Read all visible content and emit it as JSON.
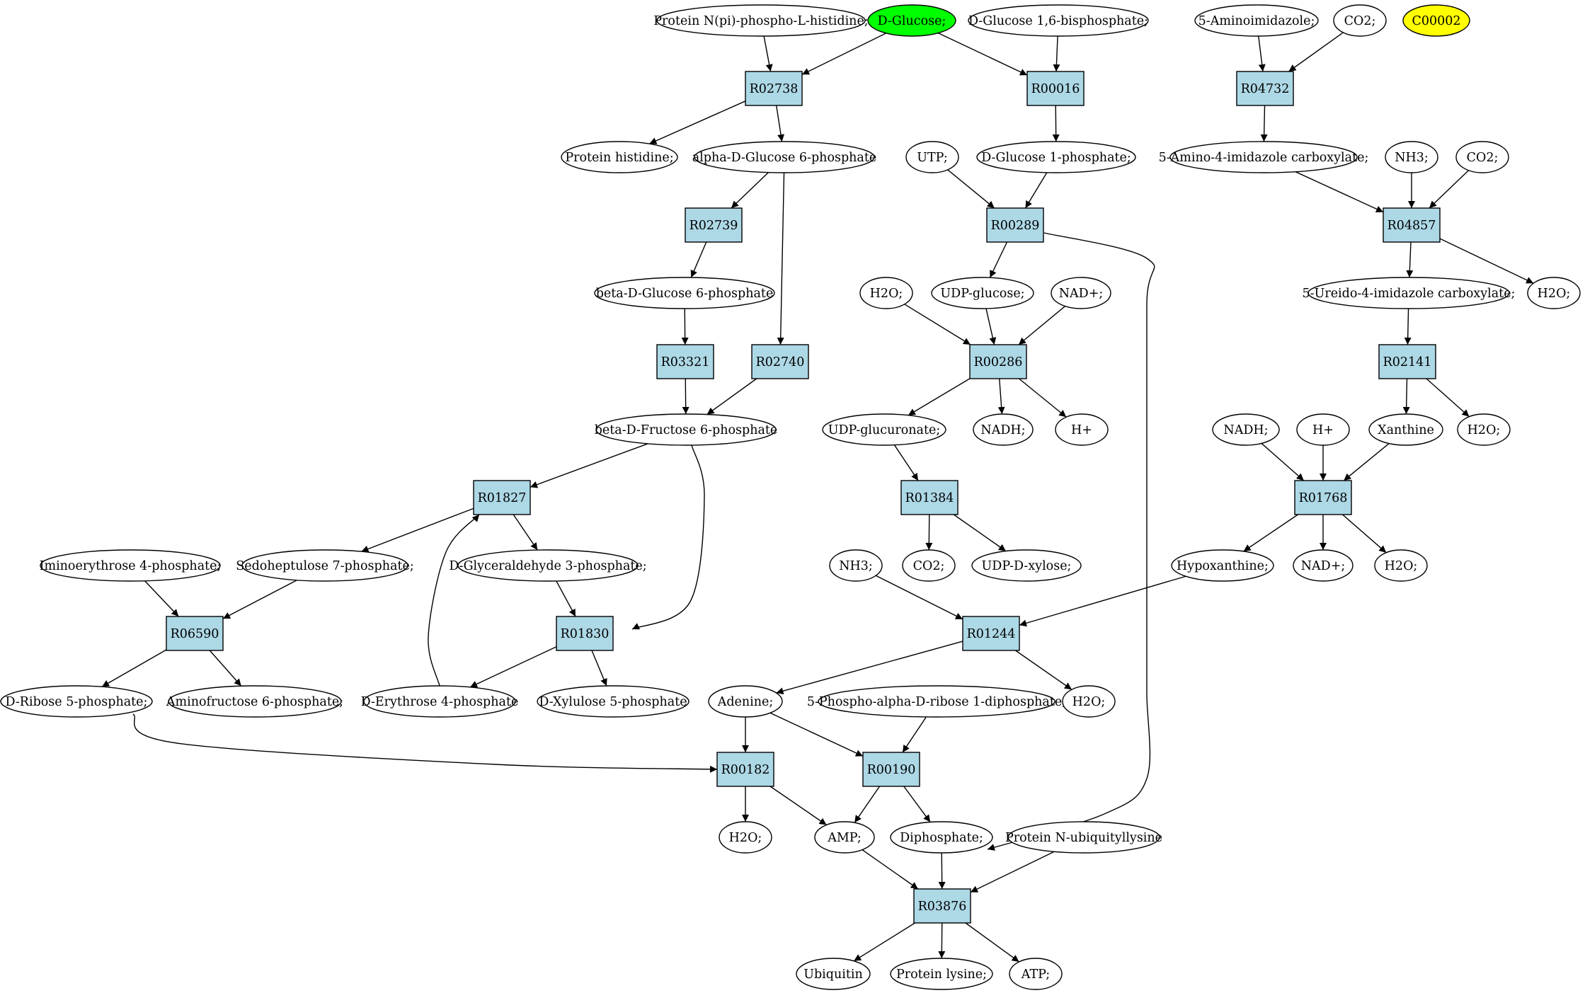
{
  "diagram": {
    "type": "directed-graph",
    "highlight_colors": {
      "green": "#00ff00",
      "yellow": "#ffff00",
      "reaction": "#add8e6"
    },
    "nodes": [
      {
        "id": "c_prot_nphis",
        "label": "Protein N(pi)-phospho-L-histidine;",
        "shape": "ellipse"
      },
      {
        "id": "c_dglucose",
        "label": "D-Glucose;",
        "shape": "ellipse",
        "fill": "#00ff00"
      },
      {
        "id": "c_dg16bp",
        "label": "D-Glucose 1,6-bisphosphate;",
        "shape": "ellipse"
      },
      {
        "id": "c_5aminoimid",
        "label": "5-Aminoimidazole;",
        "shape": "ellipse"
      },
      {
        "id": "c_co2_a",
        "label": "CO2;",
        "shape": "ellipse"
      },
      {
        "id": "c_c00002",
        "label": "C00002",
        "shape": "ellipse",
        "fill": "#ffff00"
      },
      {
        "id": "r_R02738",
        "label": "R02738",
        "shape": "box"
      },
      {
        "id": "r_R00016",
        "label": "R00016",
        "shape": "box"
      },
      {
        "id": "r_R04732",
        "label": "R04732",
        "shape": "box"
      },
      {
        "id": "c_prot_his",
        "label": "Protein histidine;",
        "shape": "ellipse"
      },
      {
        "id": "c_ag6p",
        "label": "alpha-D-Glucose 6-phosphate",
        "shape": "ellipse"
      },
      {
        "id": "c_utp",
        "label": "UTP;",
        "shape": "ellipse"
      },
      {
        "id": "c_dg1p",
        "label": "D-Glucose 1-phosphate;",
        "shape": "ellipse"
      },
      {
        "id": "c_5a4icarb",
        "label": "5-Amino-4-imidazole carboxylate;",
        "shape": "ellipse"
      },
      {
        "id": "c_nh3_a",
        "label": "NH3;",
        "shape": "ellipse"
      },
      {
        "id": "c_co2_b",
        "label": "CO2;",
        "shape": "ellipse"
      },
      {
        "id": "r_R02739",
        "label": "R02739",
        "shape": "box"
      },
      {
        "id": "r_R00289",
        "label": "R00289",
        "shape": "box"
      },
      {
        "id": "r_R04857",
        "label": "R04857",
        "shape": "box"
      },
      {
        "id": "c_bg6p",
        "label": "beta-D-Glucose 6-phosphate",
        "shape": "ellipse"
      },
      {
        "id": "c_h2o_a",
        "label": "H2O;",
        "shape": "ellipse"
      },
      {
        "id": "c_udpglc",
        "label": "UDP-glucose;",
        "shape": "ellipse"
      },
      {
        "id": "c_nadp_a",
        "label": "NAD+;",
        "shape": "ellipse"
      },
      {
        "id": "c_5u4icarb",
        "label": "5-Ureido-4-imidazole carboxylate;",
        "shape": "ellipse"
      },
      {
        "id": "c_h2o_b",
        "label": "H2O;",
        "shape": "ellipse"
      },
      {
        "id": "r_R03321",
        "label": "R03321",
        "shape": "box"
      },
      {
        "id": "r_R02740",
        "label": "R02740",
        "shape": "box"
      },
      {
        "id": "r_R00286",
        "label": "R00286",
        "shape": "box"
      },
      {
        "id": "r_R02141",
        "label": "R02141",
        "shape": "box"
      },
      {
        "id": "c_bf6p",
        "label": "beta-D-Fructose 6-phosphate",
        "shape": "ellipse"
      },
      {
        "id": "c_udpgluc",
        "label": "UDP-glucuronate;",
        "shape": "ellipse"
      },
      {
        "id": "c_nadh_a",
        "label": "NADH;",
        "shape": "ellipse"
      },
      {
        "id": "c_hplus_a",
        "label": "H+",
        "shape": "ellipse"
      },
      {
        "id": "c_nadh_b",
        "label": "NADH;",
        "shape": "ellipse"
      },
      {
        "id": "c_hplus_b",
        "label": "H+",
        "shape": "ellipse"
      },
      {
        "id": "c_xanthine",
        "label": "Xanthine",
        "shape": "ellipse"
      },
      {
        "id": "c_h2o_c",
        "label": "H2O;",
        "shape": "ellipse"
      },
      {
        "id": "r_R01827",
        "label": "R01827",
        "shape": "box"
      },
      {
        "id": "r_R01384",
        "label": "R01384",
        "shape": "box"
      },
      {
        "id": "r_R01768",
        "label": "R01768",
        "shape": "box"
      },
      {
        "id": "c_imino4p",
        "label": "Iminoerythrose 4-phosphate;",
        "shape": "ellipse"
      },
      {
        "id": "c_s7p",
        "label": "Sedoheptulose 7-phosphate;",
        "shape": "ellipse"
      },
      {
        "id": "c_g3p",
        "label": "D-Glyceraldehyde 3-phosphate;",
        "shape": "ellipse"
      },
      {
        "id": "c_nh3_b",
        "label": "NH3;",
        "shape": "ellipse"
      },
      {
        "id": "c_co2_c",
        "label": "CO2;",
        "shape": "ellipse"
      },
      {
        "id": "c_udpxyl",
        "label": "UDP-D-xylose;",
        "shape": "ellipse"
      },
      {
        "id": "c_hypox",
        "label": "Hypoxanthine;",
        "shape": "ellipse"
      },
      {
        "id": "c_nadp_b",
        "label": "NAD+;",
        "shape": "ellipse"
      },
      {
        "id": "c_h2o_d",
        "label": "H2O;",
        "shape": "ellipse"
      },
      {
        "id": "r_R06590",
        "label": "R06590",
        "shape": "box"
      },
      {
        "id": "r_R01830",
        "label": "R01830",
        "shape": "box"
      },
      {
        "id": "r_R01244",
        "label": "R01244",
        "shape": "box"
      },
      {
        "id": "c_r5p",
        "label": "D-Ribose 5-phosphate;",
        "shape": "ellipse"
      },
      {
        "id": "c_af6p",
        "label": "Aminofructose 6-phosphate;",
        "shape": "ellipse"
      },
      {
        "id": "c_e4p",
        "label": "D-Erythrose 4-phosphate",
        "shape": "ellipse"
      },
      {
        "id": "c_x5p",
        "label": "D-Xylulose 5-phosphate",
        "shape": "ellipse"
      },
      {
        "id": "c_adenine",
        "label": "Adenine;",
        "shape": "ellipse"
      },
      {
        "id": "c_prpp",
        "label": "5-Phospho-alpha-D-ribose 1-diphosphate;",
        "shape": "ellipse"
      },
      {
        "id": "c_h2o_e",
        "label": "H2O;",
        "shape": "ellipse"
      },
      {
        "id": "r_R00182",
        "label": "R00182",
        "shape": "box"
      },
      {
        "id": "r_R00190",
        "label": "R00190",
        "shape": "box"
      },
      {
        "id": "c_h2o_f",
        "label": "H2O;",
        "shape": "ellipse"
      },
      {
        "id": "c_amp",
        "label": "AMP;",
        "shape": "ellipse"
      },
      {
        "id": "c_diphos",
        "label": "Diphosphate;",
        "shape": "ellipse"
      },
      {
        "id": "c_protub",
        "label": "Protein N-ubiquityllysine",
        "shape": "ellipse"
      },
      {
        "id": "r_R03876",
        "label": "R03876",
        "shape": "box"
      },
      {
        "id": "c_ubiquitin",
        "label": "Ubiquitin",
        "shape": "ellipse"
      },
      {
        "id": "c_protlys",
        "label": "Protein lysine;",
        "shape": "ellipse"
      },
      {
        "id": "c_atp",
        "label": "ATP;",
        "shape": "ellipse"
      }
    ],
    "edges": [
      [
        "c_prot_nphis",
        "r_R02738"
      ],
      [
        "c_dglucose",
        "r_R02738"
      ],
      [
        "c_dglucose",
        "r_R00016"
      ],
      [
        "c_dg16bp",
        "r_R00016"
      ],
      [
        "c_5aminoimid",
        "r_R04732"
      ],
      [
        "c_co2_a",
        "r_R04732"
      ],
      [
        "r_R02738",
        "c_prot_his"
      ],
      [
        "r_R02738",
        "c_ag6p"
      ],
      [
        "r_R00016",
        "c_dg1p"
      ],
      [
        "r_R04732",
        "c_5a4icarb"
      ],
      [
        "c_ag6p",
        "r_R02739"
      ],
      [
        "c_ag6p",
        "r_R02740"
      ],
      [
        "c_utp",
        "r_R00289"
      ],
      [
        "c_dg1p",
        "r_R00289"
      ],
      [
        "c_5a4icarb",
        "r_R04857"
      ],
      [
        "c_nh3_a",
        "r_R04857"
      ],
      [
        "c_co2_b",
        "r_R04857"
      ],
      [
        "r_R02739",
        "c_bg6p"
      ],
      [
        "r_R00289",
        "c_udpglc"
      ],
      [
        "r_R00289",
        "c_diphos"
      ],
      [
        "r_R04857",
        "c_5u4icarb"
      ],
      [
        "r_R04857",
        "c_h2o_b"
      ],
      [
        "c_bg6p",
        "r_R03321"
      ],
      [
        "c_h2o_a",
        "r_R00286"
      ],
      [
        "c_udpglc",
        "r_R00286"
      ],
      [
        "c_nadp_a",
        "r_R00286"
      ],
      [
        "c_5u4icarb",
        "r_R02141"
      ],
      [
        "r_R03321",
        "c_bf6p"
      ],
      [
        "r_R02740",
        "c_bf6p"
      ],
      [
        "r_R00286",
        "c_udpgluc"
      ],
      [
        "r_R00286",
        "c_nadh_a"
      ],
      [
        "r_R00286",
        "c_hplus_a"
      ],
      [
        "r_R02141",
        "c_xanthine"
      ],
      [
        "r_R02141",
        "c_h2o_c"
      ],
      [
        "c_bf6p",
        "r_R01827"
      ],
      [
        "c_bf6p",
        "r_R01830"
      ],
      [
        "c_udpgluc",
        "r_R01384"
      ],
      [
        "c_nadh_b",
        "r_R01768"
      ],
      [
        "c_hplus_b",
        "r_R01768"
      ],
      [
        "c_xanthine",
        "r_R01768"
      ],
      [
        "r_R01827",
        "c_s7p"
      ],
      [
        "r_R01827",
        "c_g3p"
      ],
      [
        "r_R01384",
        "c_co2_c"
      ],
      [
        "r_R01384",
        "c_udpxyl"
      ],
      [
        "r_R01768",
        "c_hypox"
      ],
      [
        "r_R01768",
        "c_nadp_b"
      ],
      [
        "r_R01768",
        "c_h2o_d"
      ],
      [
        "c_imino4p",
        "r_R06590"
      ],
      [
        "c_s7p",
        "r_R06590"
      ],
      [
        "c_g3p",
        "r_R01830"
      ],
      [
        "c_nh3_b",
        "r_R01244"
      ],
      [
        "c_hypox",
        "r_R01244"
      ],
      [
        "r_R06590",
        "c_r5p"
      ],
      [
        "r_R06590",
        "c_af6p"
      ],
      [
        "r_R01830",
        "c_e4p"
      ],
      [
        "r_R01830",
        "c_x5p"
      ],
      [
        "c_e4p",
        "r_R01827"
      ],
      [
        "r_R01244",
        "c_adenine"
      ],
      [
        "r_R01244",
        "c_h2o_e"
      ],
      [
        "c_r5p",
        "r_R00182"
      ],
      [
        "c_adenine",
        "r_R00182"
      ],
      [
        "c_adenine",
        "r_R00190"
      ],
      [
        "c_prpp",
        "r_R00190"
      ],
      [
        "r_R00182",
        "c_h2o_f"
      ],
      [
        "r_R00182",
        "c_amp"
      ],
      [
        "r_R00190",
        "c_amp"
      ],
      [
        "r_R00190",
        "c_diphos"
      ],
      [
        "c_amp",
        "r_R03876"
      ],
      [
        "c_diphos",
        "r_R03876"
      ],
      [
        "c_protub",
        "r_R03876"
      ],
      [
        "r_R03876",
        "c_ubiquitin"
      ],
      [
        "r_R03876",
        "c_protlys"
      ],
      [
        "r_R03876",
        "c_atp"
      ]
    ]
  }
}
